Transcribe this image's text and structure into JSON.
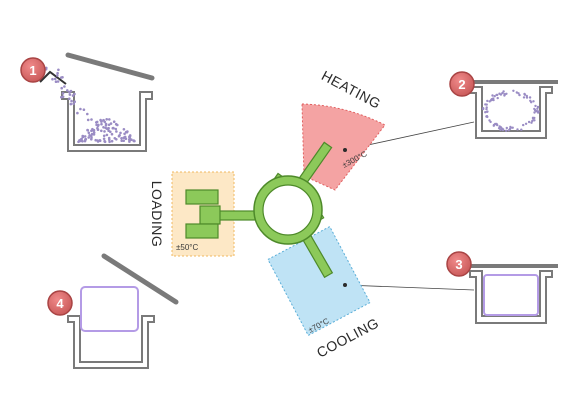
{
  "zones": {
    "loading": {
      "label": "LOADING",
      "temp": "±50°C",
      "fill": "#fde8c6",
      "stroke": "#f0b860"
    },
    "heating": {
      "label": "HEATING",
      "temp": "±300°C",
      "fill": "#f4a3a3",
      "stroke": "#e06060"
    },
    "cooling": {
      "label": "COOLING",
      "temp": "±70°C",
      "fill": "#bfe3f5",
      "stroke": "#5aaed8"
    }
  },
  "steps": [
    "1",
    "2",
    "3",
    "4"
  ],
  "colors": {
    "robot": "#8cc95a",
    "robot_stroke": "#4e8a2a",
    "badge": "#d96b6b",
    "badge_stroke": "#a94444",
    "dots": "#9a8cc4",
    "wafer": "#b49be6",
    "container": "#7a7a7a"
  }
}
